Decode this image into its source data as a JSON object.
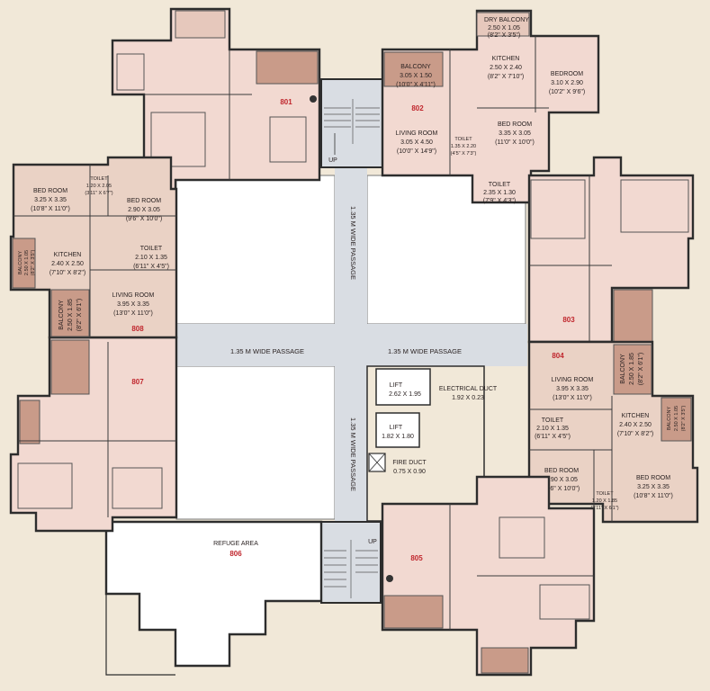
{
  "colors": {
    "background": "#f1e8d8",
    "flat_floor": "#f2d9d1",
    "flat_floor_alt": "#ead2c5",
    "balcony_floor": "#c99b89",
    "passage": "#d9dde3",
    "courtyard": "#ffffff",
    "unit_number": "#c0262d",
    "wall": "#2d2d2d"
  },
  "passages": {
    "north": "1.35 M WIDE PASSAGE",
    "west": "1.35 M WIDE PASSAGE",
    "east": "1.35 M WIDE PASSAGE",
    "south": "1.35 M WIDE PASSAGE"
  },
  "stairs": {
    "up_north": "UP",
    "up_south": "UP"
  },
  "core": {
    "lift1_name": "LIFT",
    "lift1_size": "2.62 X 1.95",
    "lift2_name": "LIFT",
    "lift2_size": "1.82 X 1.80",
    "electrical_name": "ELECTRICAL DUCT",
    "electrical_size": "1.92 X 0.23",
    "fire_name": "FIRE DUCT",
    "fire_size": "0.75 X 0.90"
  },
  "refuge": {
    "label": "REFUGE AREA",
    "unit": "806"
  },
  "units": [
    "801",
    "802",
    "803",
    "804",
    "805",
    "807",
    "808"
  ],
  "rooms_802": {
    "dry_balcony": [
      "DRY BALCONY",
      "2.50 X 1.05",
      "(8'2\" X 3'5\")"
    ],
    "kitchen": [
      "KITCHEN",
      "2.50 X 2.40",
      "(8'2\" X 7'10\")"
    ],
    "bedroom": [
      "BEDROOM",
      "3.10 X 2.90",
      "(10'2\" X 9'6\")"
    ],
    "balcony": [
      "BALCONY",
      "3.05 X 1.50",
      "(10'0\" X 4'11\")"
    ],
    "living": [
      "LIVING ROOM",
      "3.05 X 4.50",
      "(10'0\" X 14'9\")"
    ],
    "toilet1": [
      "TOILET",
      "1.35 X 2.20",
      "(4'5\" X 7'3\")"
    ],
    "bed_room": [
      "BED ROOM",
      "3.35 X 3.05",
      "(11'0\" X 10'0\")"
    ],
    "toilet2": [
      "TOILET",
      "2.35 X 1.30",
      "(7'9\" X 4'3\")"
    ]
  },
  "rooms_808": {
    "bed_room1": [
      "BED ROOM",
      "3.25 X 3.35",
      "(10'8\" X 11'0\")"
    ],
    "toilet1": [
      "TOILET",
      "1.20 X 2.05",
      "(3'11\" X 6'7\")"
    ],
    "bed_room2": [
      "BED ROOM",
      "2.90 X 3.05",
      "(9'6\" X 10'0\")"
    ],
    "balcony_small": [
      "BALCONY",
      "2.50 X 1.05",
      "(8'2\" X 3'5\")"
    ],
    "kitchen": [
      "KITCHEN",
      "2.40 X 2.50",
      "(7'10\" X 8'2\")"
    ],
    "toilet2": [
      "TOILET",
      "2.10 X 1.35",
      "(6'11\" X 4'5\")"
    ],
    "balcony": [
      "BALCONY",
      "2.50 X 1.85",
      "(8'2\" X 6'1\")"
    ],
    "living": [
      "LIVING ROOM",
      "3.95 X 3.35",
      "(13'0\" X 11'0\")"
    ]
  },
  "rooms_804": {
    "living": [
      "LIVING ROOM",
      "3.95 X 3.35",
      "(13'0\" X 11'0\")"
    ],
    "balcony": [
      "BALCONY",
      "2.50 X 1.85",
      "(8'2\" X 6'1\")"
    ],
    "kitchen": [
      "KITCHEN",
      "2.40 X 2.50",
      "(7'10\" X 8'2\")"
    ],
    "balcony_small": [
      "BALCONY",
      "2.50 X 1.05",
      "(8'2\" X 3'5\")"
    ],
    "toilet1": [
      "TOILET",
      "2.10 X 1.35",
      "(6'11\" X 4'5\")"
    ],
    "bed_room1": [
      "BED ROOM",
      "2.90 X 3.05",
      "(9'6\" X 10'0\")"
    ],
    "toilet2": [
      "TOILET",
      "1.20 X 1.85",
      "(3'11\" X 6'1\")"
    ],
    "bed_room2": [
      "BED ROOM",
      "3.25 X 3.35",
      "(10'8\" X 11'0\")"
    ]
  }
}
